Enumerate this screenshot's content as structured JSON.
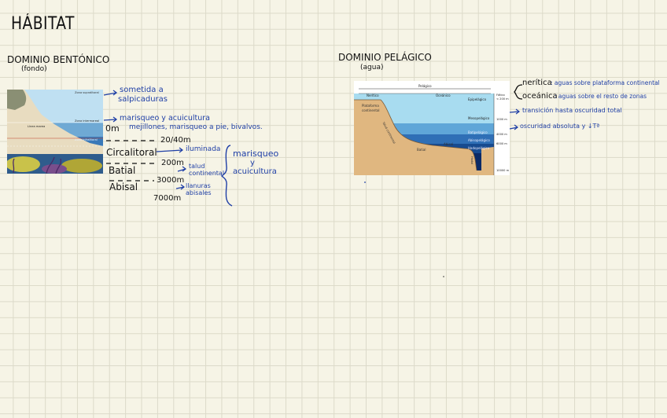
{
  "page": {
    "title": "HÁBITAT"
  },
  "bentonic": {
    "heading": "DOMINIO BENTÓNICO",
    "subheading": "(fondo)",
    "figure_labels": {
      "supralitoral": "Zona supralitoral",
      "intermareal": "Zona intermareal",
      "linea_marea": "Línea marea",
      "infralitoral": "Zona infralitoral"
    },
    "notes": {
      "salpicaduras_1": "sometida a",
      "salpicaduras_2": "salpicaduras",
      "marisqueo_1": "marisqueo y acuicultura",
      "zero_depth": "0m",
      "marisqueo_2": "mejillones, marisqueo a pie, bivalvos.",
      "depth_20_40": "20/40m",
      "iluminada": "iluminada",
      "circalitoral": "Circalitoral",
      "depth_200": "200m",
      "talud_1": "talud",
      "talud_2": "continental",
      "batial": "Batial",
      "depth_3000": "3000m",
      "llanuras_1": "llanuras",
      "llanuras_2": "abisales",
      "abisal": "Abisal",
      "depth_7000": "7000m",
      "brace_1": "marisqueo",
      "brace_2": "y",
      "brace_3": "acuicultura"
    }
  },
  "pelagic": {
    "heading": "DOMINIO PELÁGICO",
    "subheading": "(agua)",
    "figure_labels": {
      "pelagico": "Pelágico",
      "neritico": "Nerítico",
      "oceanico": "Oceánico",
      "epipelagico": "Epipelágico",
      "plataforma_1": "Plataforma",
      "plataforma_2": "continental",
      "talud": "Talud continental",
      "mesopelagico": "Mesopelágico",
      "batipelagico": "Batipelágico",
      "abisopelagico": "Abisopelágico",
      "hadopelagico": "Hadopelágico",
      "abisal": "Abisal",
      "batial": "Batial",
      "hadal": "Hadal",
      "fotico_1": "Fótico",
      "fotico_2": "< 200 m",
      "d1000": "1000 m",
      "d4000": "4000 m",
      "d6000": "6000 m",
      "d10000": "10000 m"
    },
    "notes": {
      "neritica_label": "nerítica",
      "neritica_text": ": aguas sobre plataforma continental",
      "oceanica_label": "oceánica",
      "oceanica_text": ": aguas sobre el resto de zonas",
      "transicion": "transición hasta oscuridad total",
      "oscuridad": "oscuridad absoluta y ↓Tª"
    }
  },
  "colors": {
    "ink": "#111111",
    "blue_ink": "#1f3fa6",
    "grid": "#dcdac9",
    "paper": "#f6f4e6"
  }
}
